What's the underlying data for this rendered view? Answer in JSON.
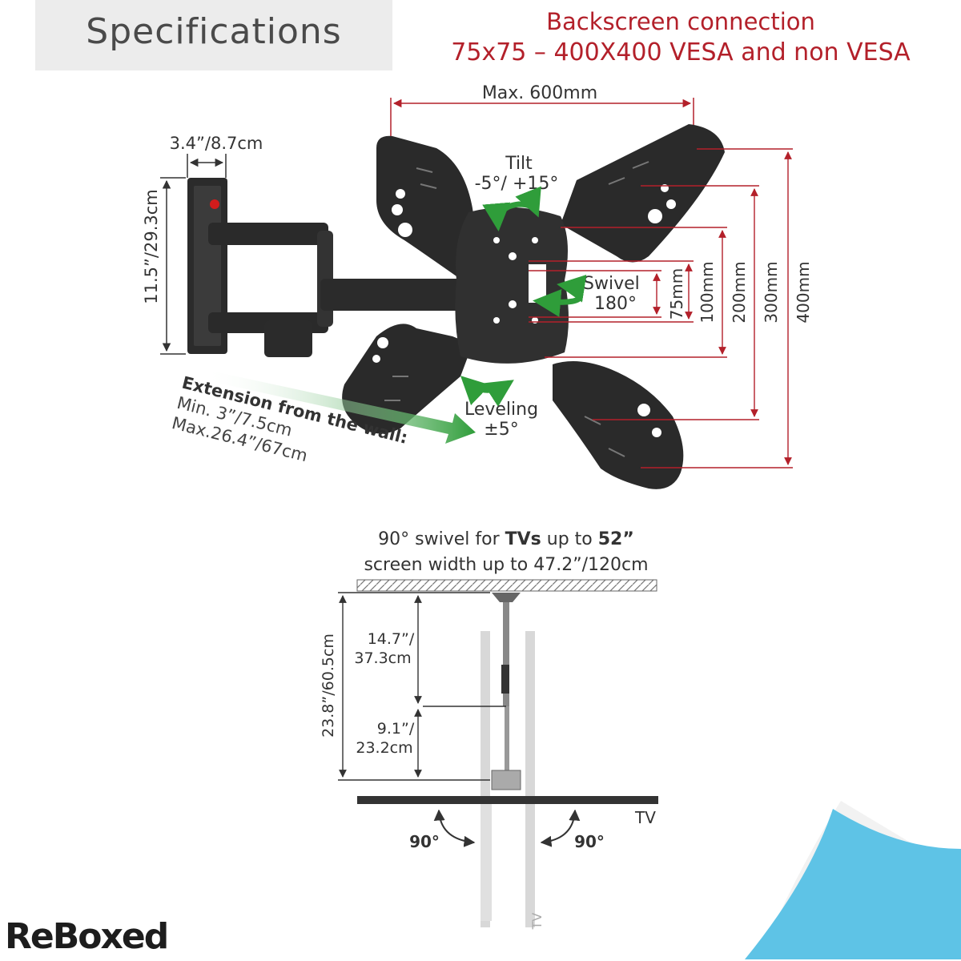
{
  "header": {
    "title": "Specifications",
    "backscreen_line1": "Backscreen connection",
    "backscreen_line2": "75x75 – 400X400 VESA and non VESA"
  },
  "mount": {
    "max_width": "Max. 600mm",
    "wall_plate_width": "3.4”/8.7cm",
    "wall_plate_height": "11.5”/29.3cm",
    "tilt_label": "Tilt",
    "tilt_value": "-5°/ +15°",
    "swivel_label": "Swivel",
    "swivel_value": "180°",
    "leveling_label": "Leveling",
    "leveling_value": "±5°",
    "extension_title": "Extension from the wall:",
    "extension_min": "Min. 3”/7.5cm",
    "extension_max": "Max.26.4”/67cm",
    "vesa_sizes": [
      "75mm",
      "100mm",
      "200mm",
      "300mm",
      "400mm"
    ]
  },
  "topview": {
    "caption_line1_a": "90° swivel for ",
    "caption_line1_b": "TVs",
    "caption_line1_c": " up to ",
    "caption_line1_d": "52”",
    "caption_line2": "screen width up to 47.2”/120cm",
    "total_depth": "23.8”/60.5cm",
    "upper_arm_a": "14.7”/",
    "upper_arm_b": "37.3cm",
    "lower_arm_a": "9.1”/",
    "lower_arm_b": "23.2cm",
    "tv_label": "TV",
    "tv_label_rotated": "TV",
    "angle_left": "90°",
    "angle_right": "90°"
  },
  "brand": {
    "logo": "ReBoxed"
  },
  "colors": {
    "accent_red": "#b3202a",
    "arrow_green": "#2f9d3a",
    "corner_blue": "#5ec3e6"
  }
}
